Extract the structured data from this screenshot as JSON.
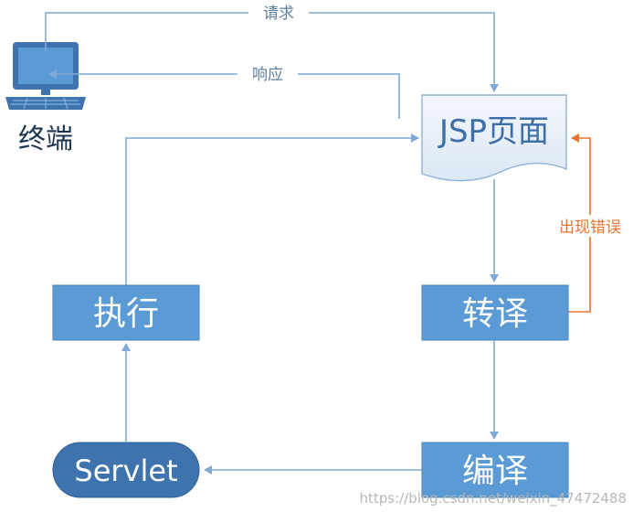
{
  "terminal": {
    "label": "终端"
  },
  "nodes": {
    "jsp": {
      "label": "JSP页面"
    },
    "translate": {
      "label": "转译"
    },
    "compile": {
      "label": "编译"
    },
    "servlet": {
      "label": "Servlet"
    },
    "execute": {
      "label": "执行"
    }
  },
  "edges": {
    "request": "请求",
    "response": "响应",
    "error": "出现错误"
  },
  "watermark": "https://blog.csdn.net/weixin_47472488",
  "colors": {
    "box_fill": "#5b9bd5",
    "box_stroke": "#4a86c0",
    "arrow": "#7fa9d6",
    "label": "#5f7f9f",
    "error": "#e8742f",
    "jsp_text": "#3c6ea8",
    "terminal_text": "#1e3552",
    "watermark": "#b8b8b8"
  }
}
